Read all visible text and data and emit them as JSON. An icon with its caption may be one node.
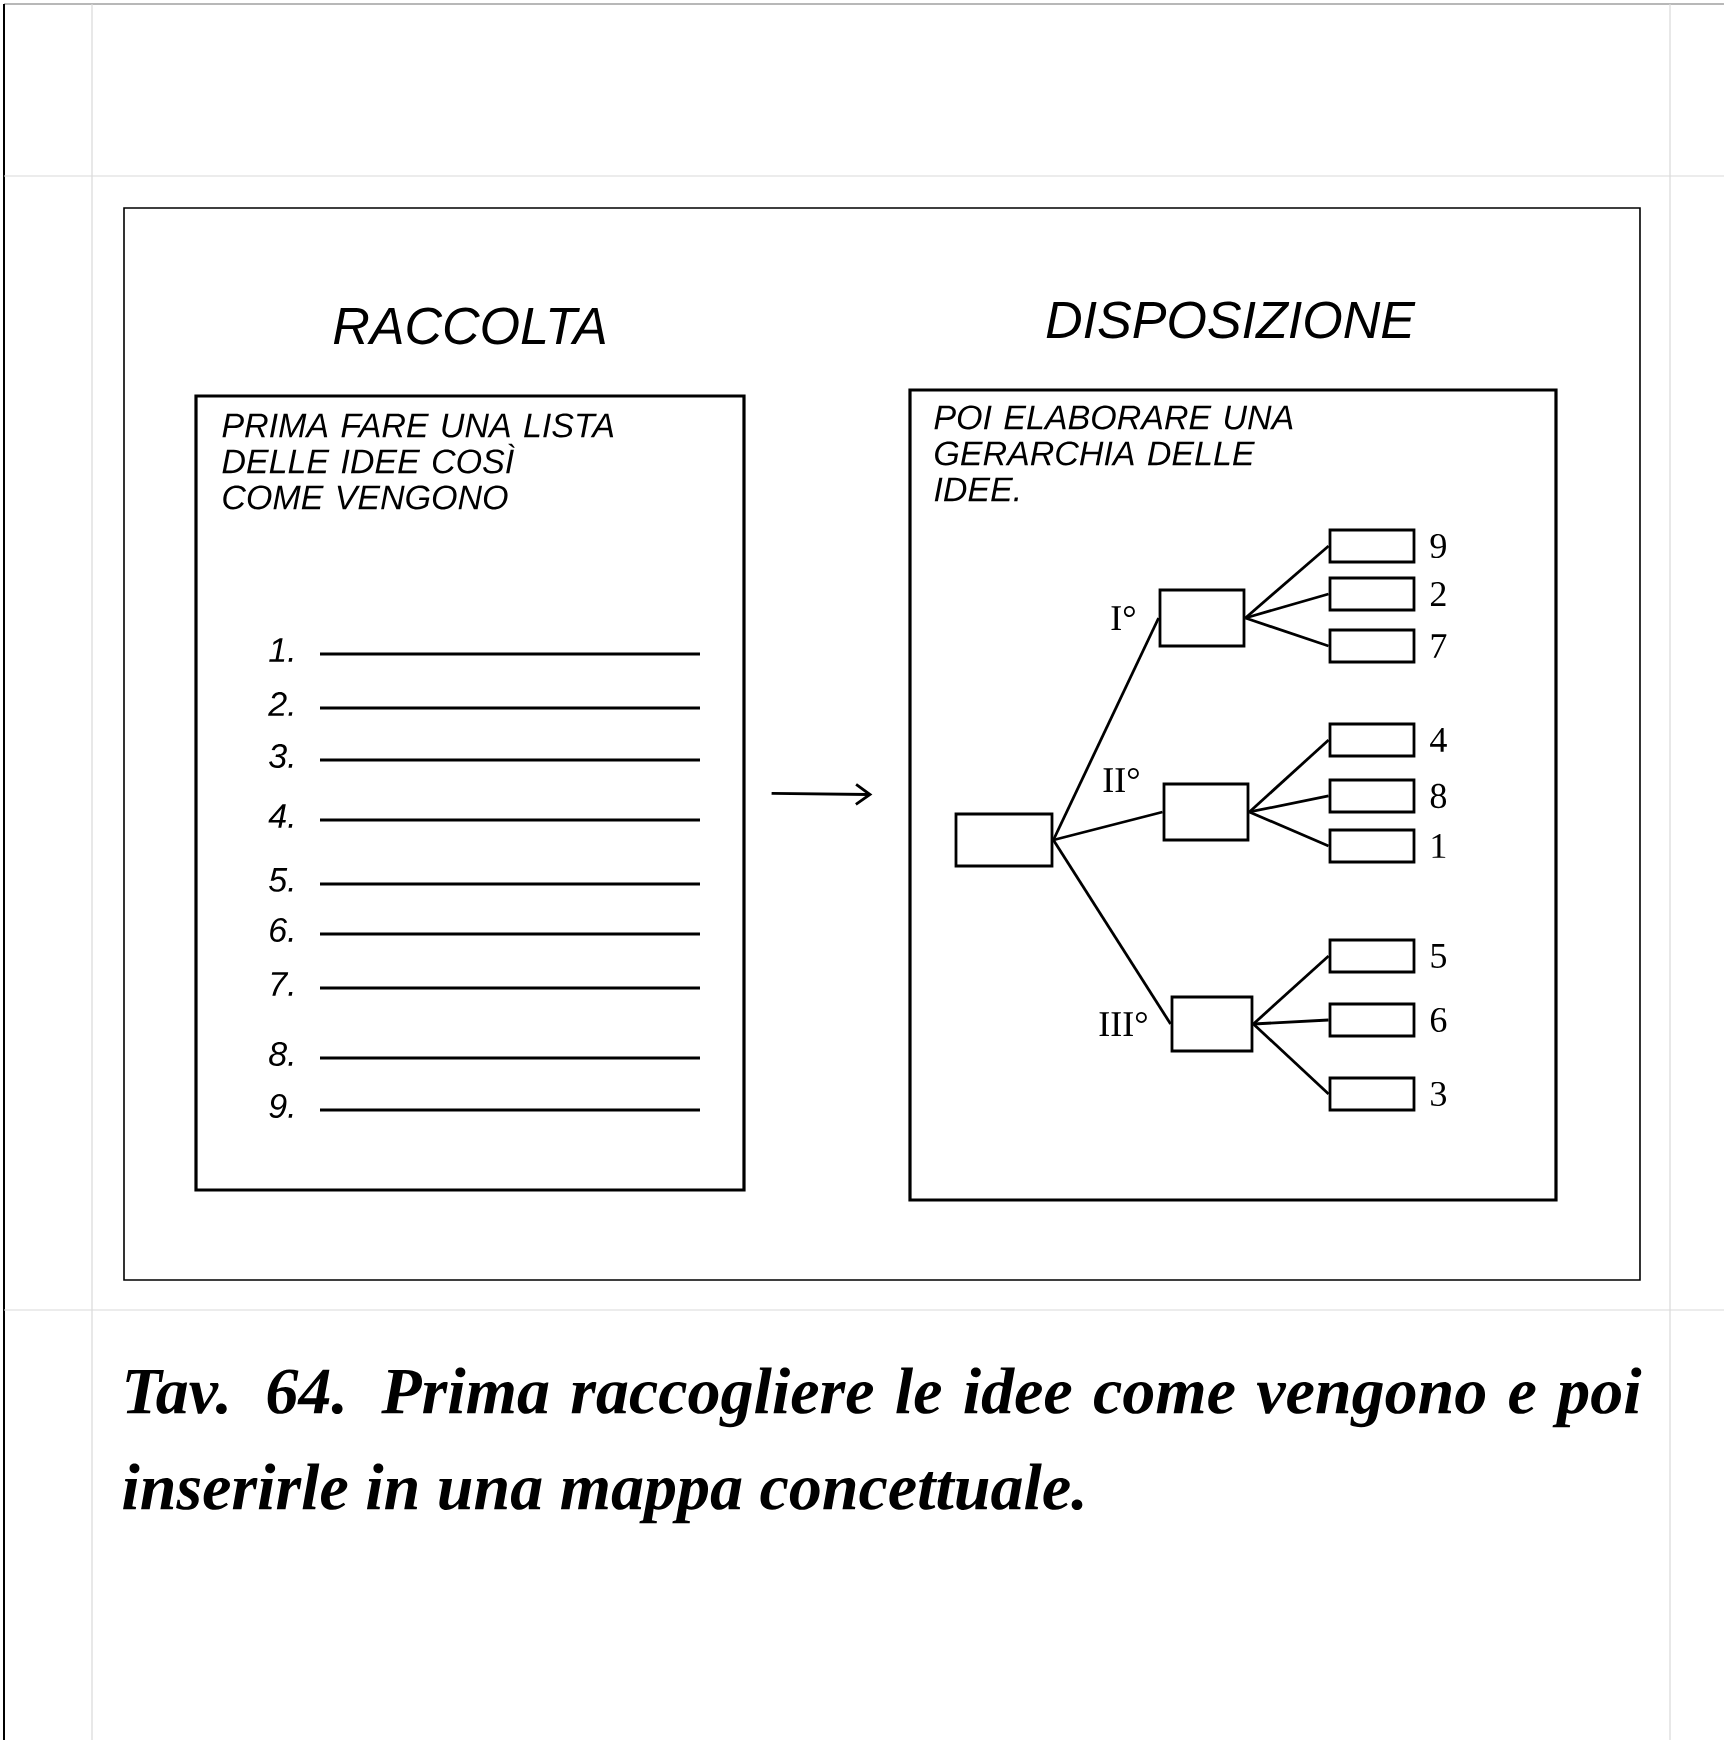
{
  "diagram": {
    "caption": "Tav. 64. Prima raccogliere le idee come vengono e poi inserirle in una mappa concettuale.",
    "nodes": [
      {
        "text": [
          "RACCOLTA",
          "PRIMA FARE UNA LISTA DELLE IDEE COSÌ COME VENGONO"
        ]
      },
      {
        "text": [
          "DISPOSIZIONE",
          "POI ELABORARE UNA GERARCHIA DELLE IDEE."
        ]
      },
      {
        "text": [],
        "shape": "box",
        "in": 1
      },
      {
        "text": [],
        "shape": "box",
        "in": 1,
        "beside": [
          "I°"
        ]
      },
      {
        "text": [],
        "shape": "box",
        "in": 1,
        "beside": [
          "II°"
        ]
      },
      {
        "text": [],
        "shape": "box",
        "in": 1,
        "beside": [
          "III°"
        ]
      },
      {
        "text": [],
        "shape": "box",
        "in": 1,
        "beside": [
          "9"
        ]
      },
      {
        "text": [],
        "shape": "box",
        "in": 1,
        "beside": [
          "2"
        ]
      },
      {
        "text": [],
        "shape": "box",
        "in": 1,
        "beside": [
          "7"
        ]
      },
      {
        "text": [],
        "shape": "box",
        "in": 1,
        "beside": [
          "4"
        ]
      },
      {
        "text": [],
        "shape": "box",
        "in": 1,
        "beside": [
          "8"
        ]
      },
      {
        "text": [],
        "shape": "box",
        "in": 1,
        "beside": [
          "1"
        ]
      },
      {
        "text": [],
        "shape": "box",
        "in": 1,
        "beside": [
          "5"
        ]
      },
      {
        "text": [],
        "shape": "box",
        "in": 1,
        "beside": [
          "6"
        ]
      },
      {
        "text": [],
        "shape": "box",
        "in": 1,
        "beside": [
          "3"
        ]
      }
    ],
    "edges": [
      {
        "from": 0,
        "to": 1,
        "arrow": "to"
      },
      {
        "from": 2,
        "to": 3,
        "arrow": "none"
      },
      {
        "from": 2,
        "to": 4,
        "arrow": "none"
      },
      {
        "from": 2,
        "to": 5,
        "arrow": "none"
      },
      {
        "from": 3,
        "to": 6,
        "arrow": "none"
      },
      {
        "from": 3,
        "to": 7,
        "arrow": "none"
      },
      {
        "from": 3,
        "to": 8,
        "arrow": "none"
      },
      {
        "from": 4,
        "to": 9,
        "arrow": "none"
      },
      {
        "from": 4,
        "to": 10,
        "arrow": "none"
      },
      {
        "from": 4,
        "to": 11,
        "arrow": "none"
      },
      {
        "from": 5,
        "to": 12,
        "arrow": "none"
      },
      {
        "from": 5,
        "to": 13,
        "arrow": "none"
      },
      {
        "from": 5,
        "to": 14,
        "arrow": "none"
      }
    ],
    "labels": [
      "1.",
      "2.",
      "3.",
      "4.",
      "5.",
      "6.",
      "7.",
      "8.",
      "9."
    ]
  }
}
